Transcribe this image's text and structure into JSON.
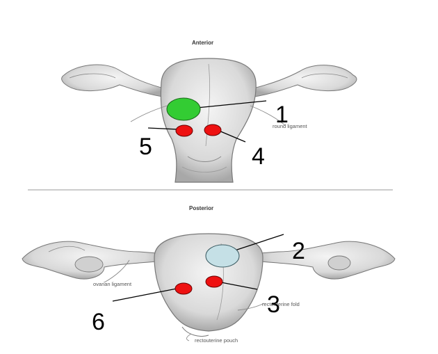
{
  "panels": {
    "anterior": {
      "title": "Anterior",
      "round_ligament_label": "round ligament"
    },
    "posterior": {
      "title": "Posterior",
      "ovarian_ligament_label": "ovarian ligament",
      "rectouterine_fold_label": "rectouterine fold",
      "rectouterine_pouch_label": "rectouterine pouch"
    }
  },
  "callouts": [
    {
      "number": "1",
      "color": "#33cc33"
    },
    {
      "number": "2",
      "color": "#c5e0e6"
    },
    {
      "number": "3",
      "color": "#ee1111"
    },
    {
      "number": "4",
      "color": "#ee1111"
    },
    {
      "number": "5",
      "color": "#ee1111"
    },
    {
      "number": "6",
      "color": "#ee1111"
    }
  ]
}
